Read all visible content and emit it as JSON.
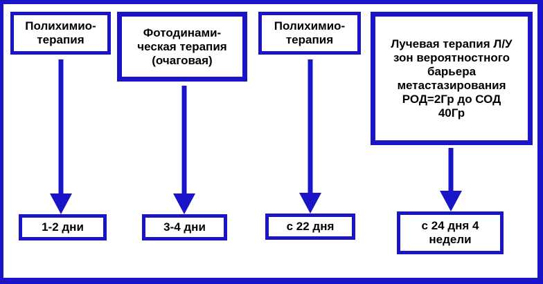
{
  "colors": {
    "stroke": "#1a14c8",
    "frame": "#1a14c8",
    "text": "#000000",
    "background": "#ffffff"
  },
  "steps": [
    {
      "stage": "Полихимио-\nтерапия",
      "duration": "1-2 дни"
    },
    {
      "stage": "Фотодинами-\nческая терапия\n(очаговая)",
      "duration": "3-4 дни"
    },
    {
      "stage": "Полихимио-\nтерапия",
      "duration": "с 22 дня"
    },
    {
      "stage": "Лучевая терапия Л/У\nзон вероятностного\nбарьера\nметастазирования\nРОД=2Гр до СОД\n40Гр",
      "duration": "с 24 дня 4\nнедели"
    }
  ]
}
